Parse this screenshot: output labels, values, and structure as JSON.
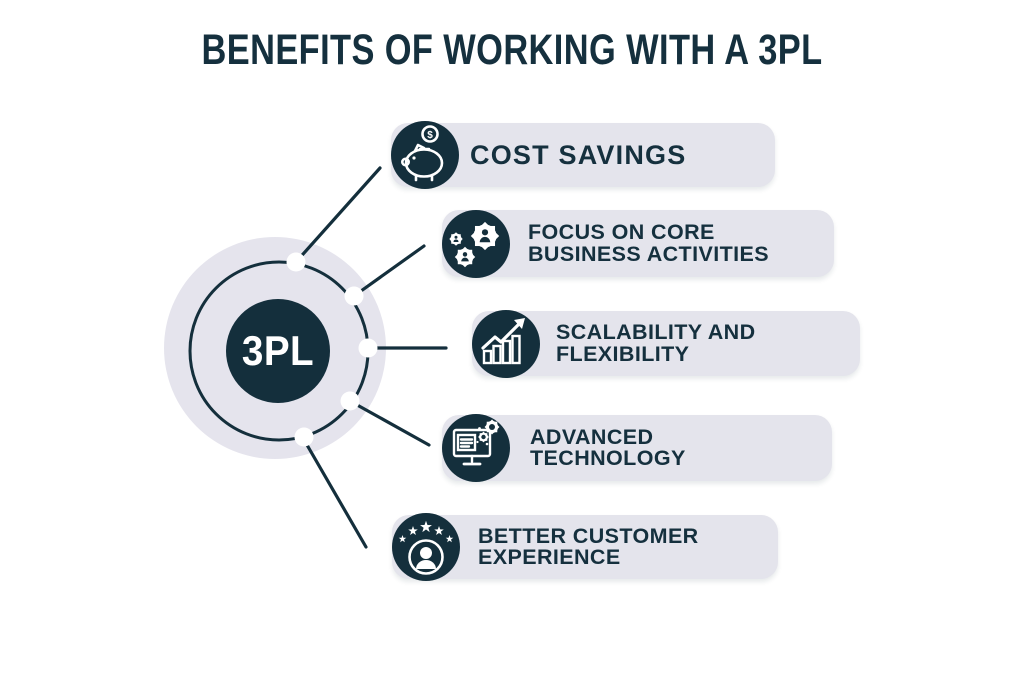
{
  "title": "BENEFITS OF WORKING WITH A 3PL",
  "hub": {
    "label": "3PL",
    "node_count": 5
  },
  "colors": {
    "navy": "#142f3c",
    "title_text": "#15303e",
    "pill_background": "#e4e4ec",
    "hub_background": "#e5e4ed",
    "icon_foreground": "#ffffff"
  },
  "pills": [
    {
      "icon": "piggy-bank-icon",
      "coin_symbol": "$",
      "lines": [
        "COST SAVINGS"
      ]
    },
    {
      "icon": "gears-people-icon",
      "lines": [
        "FOCUS ON CORE",
        "BUSINESS ACTIVITIES"
      ]
    },
    {
      "icon": "growth-chart-icon",
      "lines": [
        "SCALABILITY AND",
        "FLEXIBILITY"
      ]
    },
    {
      "icon": "monitor-gears-icon",
      "lines": [
        "ADVANCED",
        "TECHNOLOGY"
      ]
    },
    {
      "icon": "customer-stars-icon",
      "lines": [
        "BETTER CUSTOMER",
        "EXPERIENCE"
      ]
    }
  ]
}
